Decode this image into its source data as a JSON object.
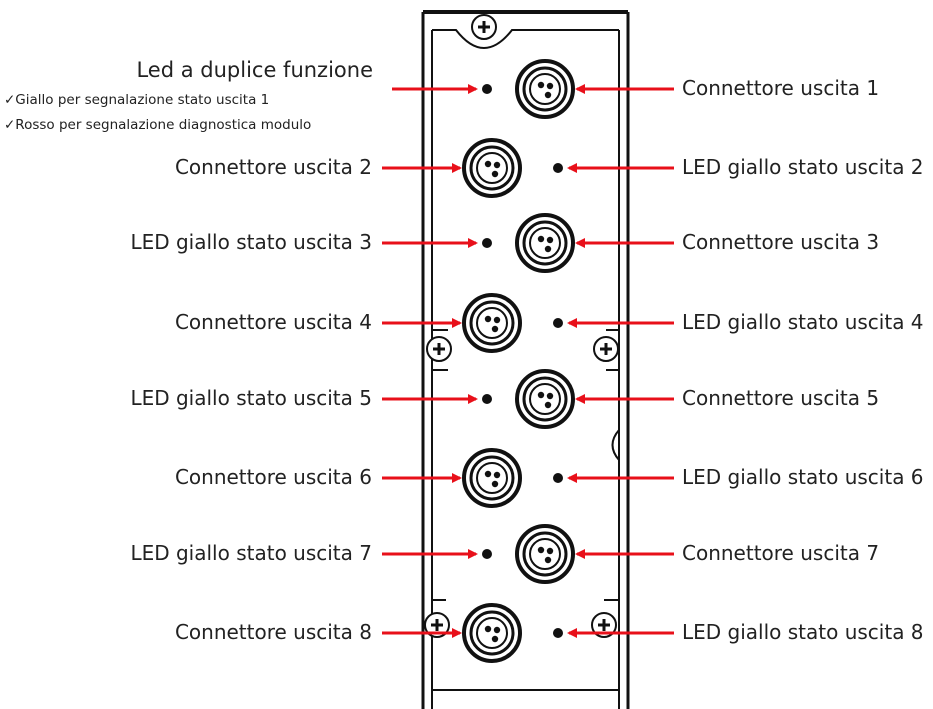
{
  "led_note": {
    "title": "Led a duplice funzione",
    "points": [
      "✓Giallo per segnalazione stato uscita 1",
      "✓Rosso per segnalazione diagnostica modulo"
    ]
  },
  "rows": [
    {
      "left": "",
      "right": "Connettore uscita 1"
    },
    {
      "left": "Connettore uscita 2",
      "right": "LED giallo stato uscita 2"
    },
    {
      "left": "LED giallo stato uscita 3",
      "right": "Connettore uscita 3"
    },
    {
      "left": "Connettore uscita 4",
      "right": "LED giallo stato uscita 4"
    },
    {
      "left": "LED giallo stato uscita 5",
      "right": "Connettore uscita 5"
    },
    {
      "left": "Connettore uscita 6",
      "right": "LED giallo stato uscita 6"
    },
    {
      "left": "LED giallo stato uscita 7",
      "right": "Connettore uscita 7"
    },
    {
      "left": "Connettore uscita 8",
      "right": "LED giallo stato uscita 8"
    }
  ],
  "colors": {
    "arrow": "#e8101a",
    "outline": "#111111",
    "text": "#222222"
  }
}
